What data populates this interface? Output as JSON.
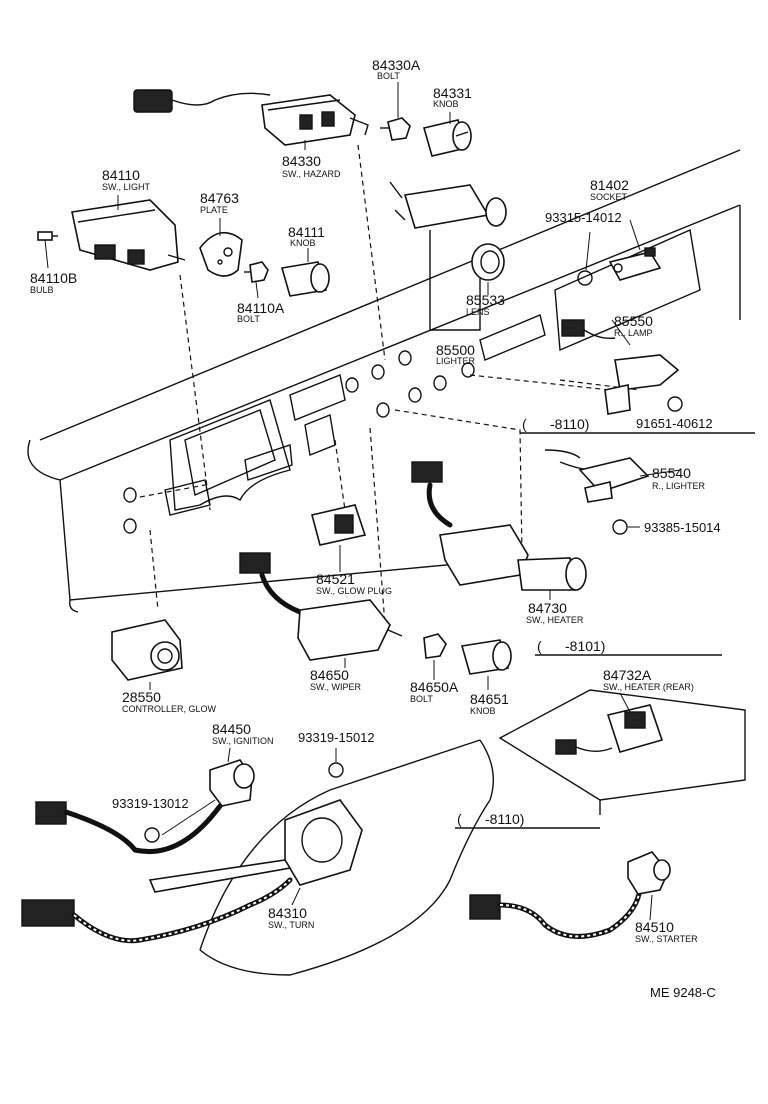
{
  "parts": [
    {
      "id": "84330A",
      "name": "BOLT"
    },
    {
      "id": "84331",
      "name": "KNOB"
    },
    {
      "id": "84330",
      "name": "SW., HAZARD"
    },
    {
      "id": "84110",
      "name": "SW., LIGHT"
    },
    {
      "id": "84763",
      "name": "PLATE"
    },
    {
      "id": "84111",
      "name": "KNOB"
    },
    {
      "id": "84110B",
      "name": "BULB"
    },
    {
      "id": "84110A",
      "name": "BOLT"
    },
    {
      "id": "81402",
      "name": "SOCKET"
    },
    {
      "id": "85533",
      "name": "LENS"
    },
    {
      "id": "85500",
      "name": "LIGHTER"
    },
    {
      "id": "85550",
      "name": "R., LAMP"
    },
    {
      "id": "85540",
      "name": "R., LIGHTER"
    },
    {
      "id": "84521",
      "name": "SW., GLOW PLUG"
    },
    {
      "id": "84730",
      "name": "SW., HEATER"
    },
    {
      "id": "28550",
      "name": "CONTROLLER, GLOW"
    },
    {
      "id": "84650",
      "name": "SW., WIPER"
    },
    {
      "id": "84650A",
      "name": "BOLT"
    },
    {
      "id": "84651",
      "name": "KNOB"
    },
    {
      "id": "84732A",
      "name": "SW., HEATER (REAR)"
    },
    {
      "id": "84450",
      "name": "SW., IGNITION"
    },
    {
      "id": "84310",
      "name": "SW., TURN"
    },
    {
      "id": "84510",
      "name": "SW., STARTER"
    }
  ],
  "fasteners": [
    "93315-14012",
    "91651-40612",
    "93385-15014",
    "93319-15012",
    "93319-13012"
  ],
  "brackets": [
    "(      -8110)",
    "(      -8101)",
    "(      -8110)"
  ],
  "drawing_code": "ME  9248-C"
}
